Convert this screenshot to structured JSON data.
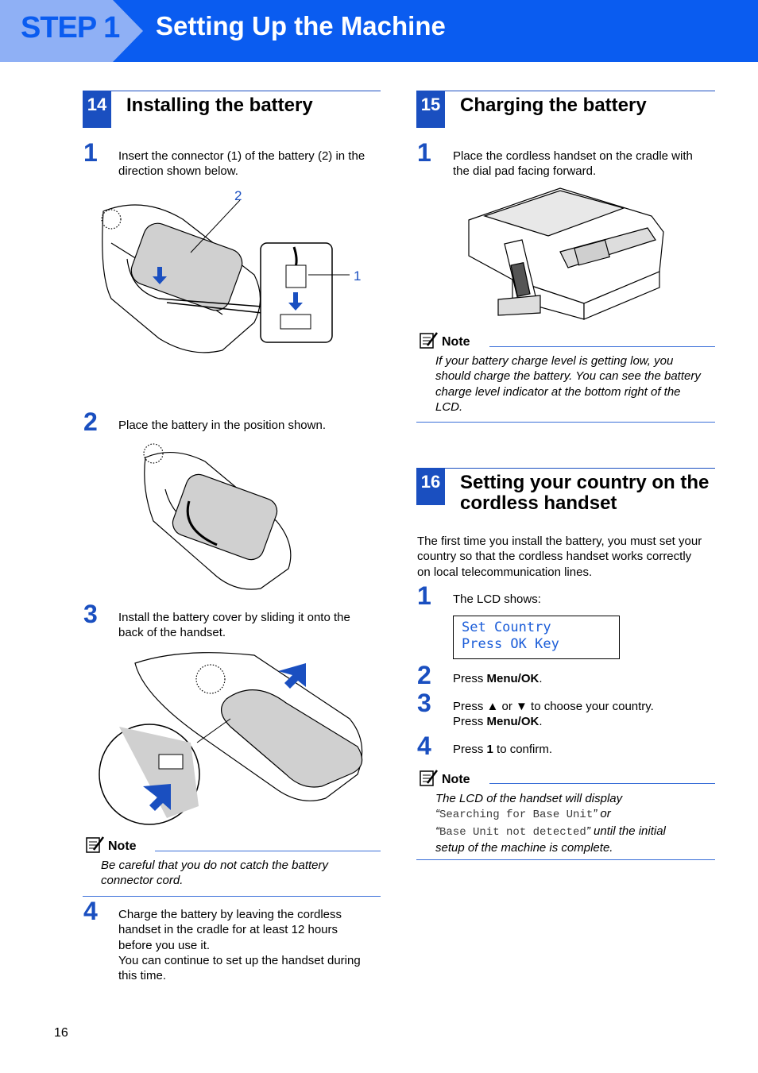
{
  "header": {
    "step": "STEP 1",
    "title": "Setting Up the Machine"
  },
  "sections": {
    "s14": {
      "number": "14",
      "title": "Installing the battery",
      "steps": [
        {
          "num": "1",
          "text": [
            "Insert the connector (1) of the battery (2) in the",
            "direction shown below."
          ]
        },
        {
          "num": "2",
          "text": [
            "Place the battery in the position shown."
          ]
        },
        {
          "num": "3",
          "text": [
            "Install the battery cover by sliding it onto the",
            "back of the handset."
          ]
        },
        {
          "num": "4",
          "text": [
            "Charge the battery by leaving the cordless",
            "handset in the cradle for at least 12 hours",
            "before you use it.",
            "You can continue to set up the handset during",
            "this time."
          ]
        }
      ],
      "callouts": {
        "battery": "2",
        "connector": "1"
      },
      "note": {
        "label": "Note",
        "text": [
          "Be careful that you do not catch the battery",
          "connector cord."
        ]
      }
    },
    "s15": {
      "number": "15",
      "title": "Charging the battery",
      "steps": [
        {
          "num": "1",
          "text": [
            "Place the cordless handset on the cradle with",
            "the dial pad facing forward."
          ]
        }
      ],
      "note": {
        "label": "Note",
        "text": [
          "If your battery charge level is getting low, you",
          "should charge the battery. You can see the battery",
          "charge level indicator at the bottom right of the",
          "LCD."
        ]
      }
    },
    "s16": {
      "number": "16",
      "title": [
        "Setting your country on the",
        "cordless handset"
      ],
      "intro": [
        "The first time you install the battery, you must set your",
        "country so that the cordless handset works correctly",
        "on local telecommunication lines."
      ],
      "steps": {
        "s1": {
          "num": "1",
          "text": "The LCD shows:"
        },
        "lcd": [
          "Set Country",
          "Press OK Key"
        ],
        "s2": {
          "num": "2",
          "pre": "Press ",
          "bold": "Menu/OK",
          "post": "."
        },
        "s3": {
          "num": "3",
          "line1": "Press ▲ or ▼ to choose your country.",
          "pre": "Press ",
          "bold": "Menu/OK",
          "post": "."
        },
        "s4": {
          "num": "4",
          "pre": "Press ",
          "bold": "1",
          "post": " to confirm."
        }
      },
      "note": {
        "label": "Note",
        "line1": "The LCD of the handset will display",
        "q1": "“",
        "code1": "Searching for Base Unit",
        "mid": "” or",
        "q2": "“",
        "code2": "Base Unit not detected",
        "after": "” until the initial",
        "line4": "setup of the machine is complete."
      }
    }
  },
  "page_number": "16",
  "colors": {
    "brand_blue": "#0a5cf0",
    "section_blue": "#1a4fc0",
    "step_tab": "#8fb0f5"
  }
}
